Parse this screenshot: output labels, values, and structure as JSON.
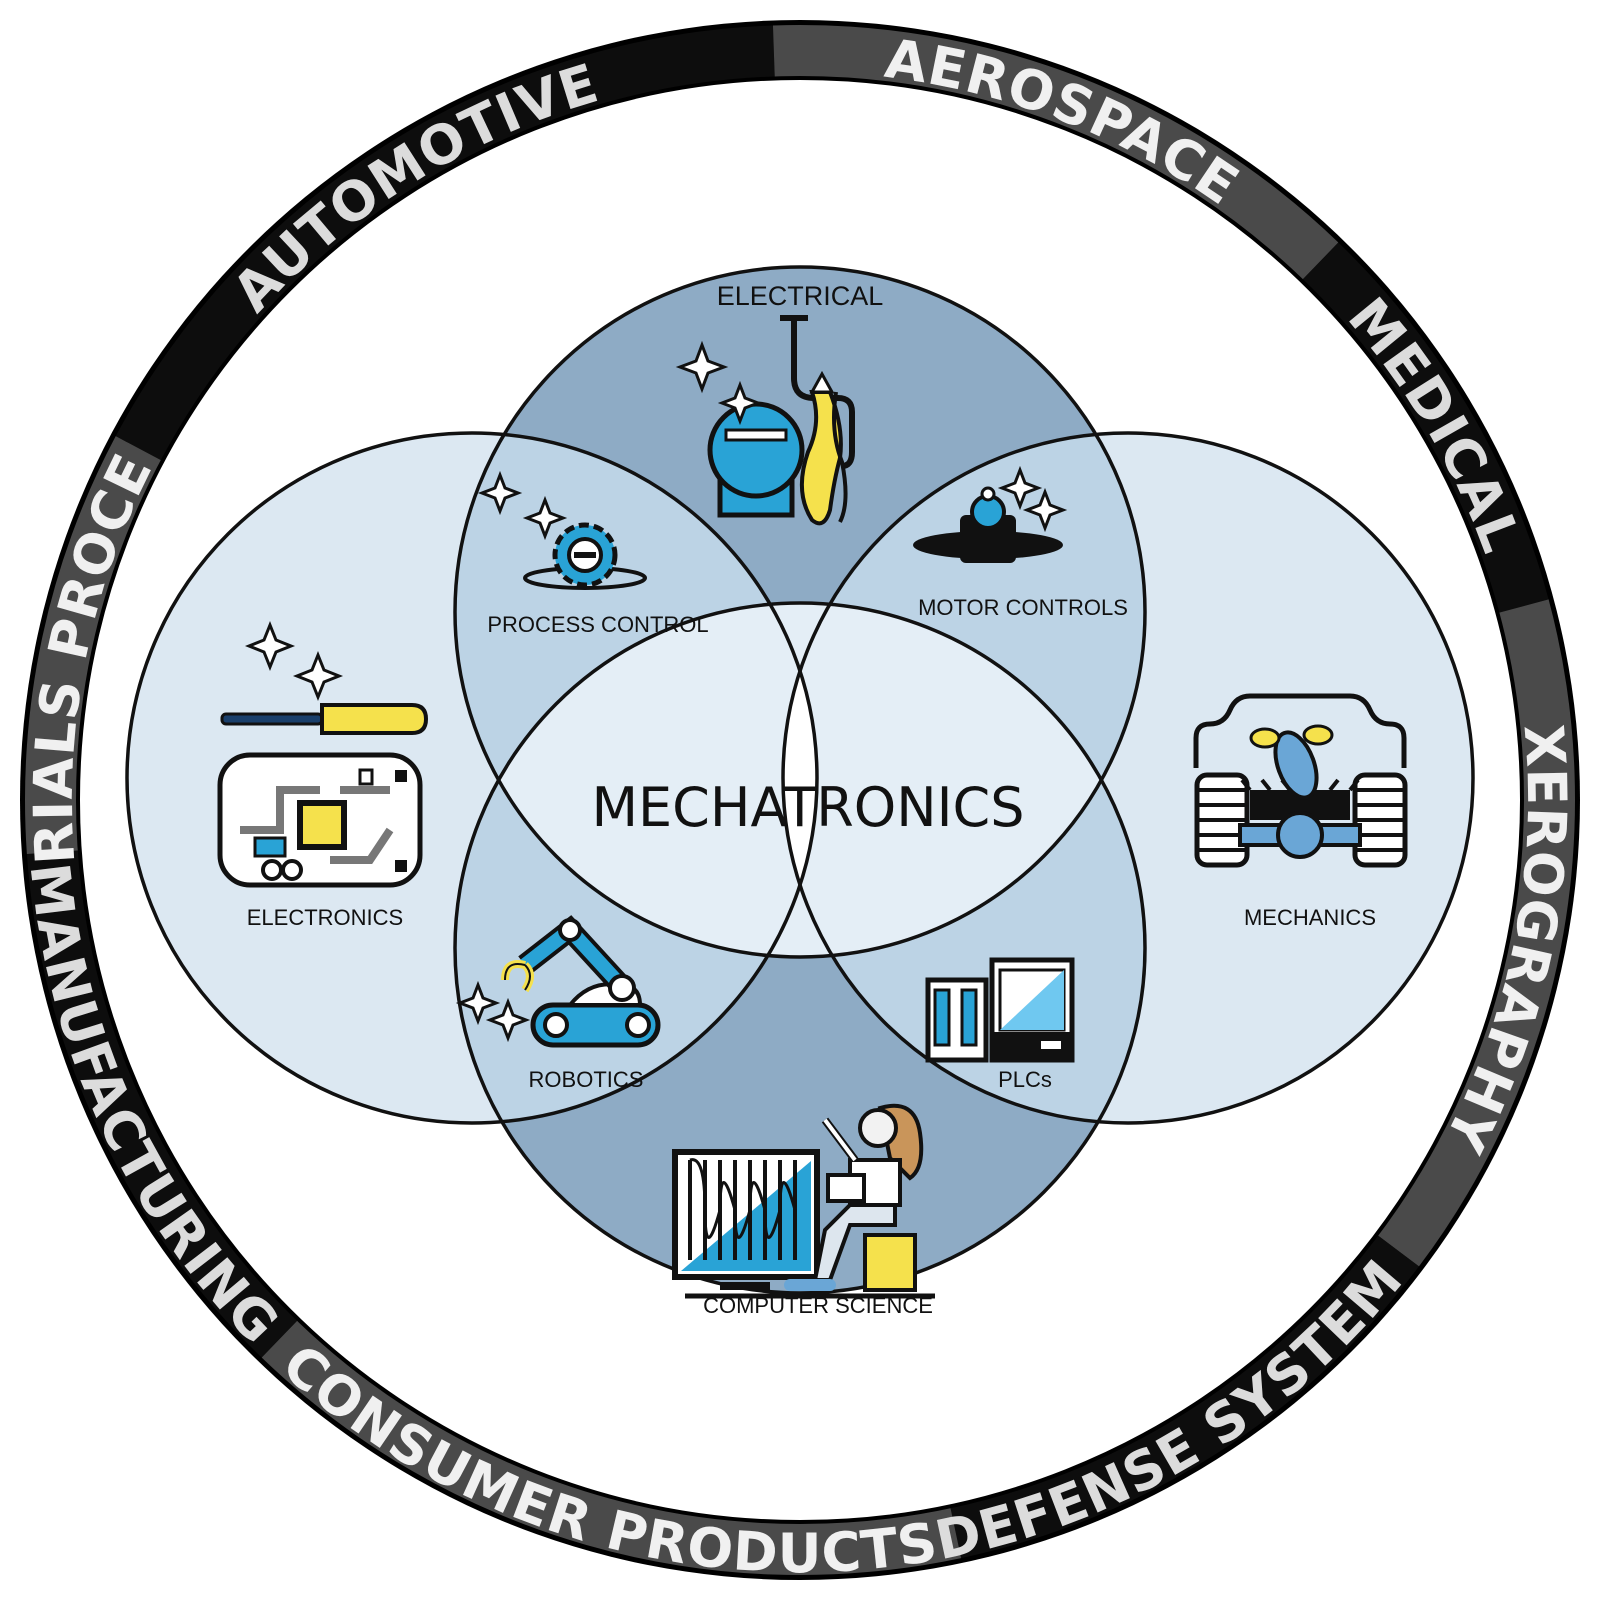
{
  "ring": {
    "segments": [
      {
        "label": "AUTOMOTIVE",
        "bg": "#0d0d0d",
        "fg": "#dcdcdc",
        "start": -62,
        "end": -2
      },
      {
        "label": "AEROSPACE",
        "bg": "#4a4a4a",
        "fg": "#f0f0f0",
        "start": -2,
        "end": 44
      },
      {
        "label": "MEDICAL",
        "bg": "#0d0d0d",
        "fg": "#dcdcdc",
        "start": 44,
        "end": 75
      },
      {
        "label": "XEROGRAPHY",
        "bg": "#4a4a4a",
        "fg": "#f0f0f0",
        "start": 75,
        "end": 127
      },
      {
        "label": "DEFENSE SYSTEMS",
        "bg": "#0d0d0d",
        "fg": "#dcdcdc",
        "start": 127,
        "end": 168
      },
      {
        "label": "CONSUMER PRODUCTS",
        "bg": "#4a4a4a",
        "fg": "#f0f0f0",
        "start": 168,
        "end": 224
      },
      {
        "label": "MANUFACTURING",
        "bg": "#0d0d0d",
        "fg": "#dcdcdc",
        "start": 224,
        "end": 266
      },
      {
        "label": "MATERIALS PROCESSING",
        "bg": "#4a4a4a",
        "fg": "#f0f0f0",
        "start": 266,
        "end": 298
      }
    ]
  },
  "venn": {
    "center_label": "MECHATRONICS",
    "disciplines": {
      "electrical": "ELECTRICAL",
      "electronics": "ELECTRONICS",
      "mechanics": "MECHANICS",
      "computer_science": "COMPUTER SCIENCE"
    },
    "intersections": {
      "process_control": "PROCESS CONTROL",
      "motor_controls": "MOTOR CONTROLS",
      "robotics": "ROBOTICS",
      "plcs": "PLCs"
    }
  },
  "colors": {
    "side_circle": "#dce8f2",
    "side_overlap": "#bcd3e5",
    "vertical_circle": "#8eabc5",
    "center": "#e4eef6",
    "center_lens": "#ffffff",
    "stroke": "#111111",
    "icon_blue": "#29a3d6",
    "icon_yellow": "#f5e14c"
  },
  "icons": {
    "electrical": "meter-pliers-icon",
    "electronics": "screwdriver-circuit-icon",
    "mechanics": "vehicle-chassis-icon",
    "computer_science": "person-computer-icon",
    "process_control": "gear-icon",
    "motor_controls": "motor-icon",
    "robotics": "robot-arm-icon",
    "plcs": "plc-cabinet-icon"
  }
}
